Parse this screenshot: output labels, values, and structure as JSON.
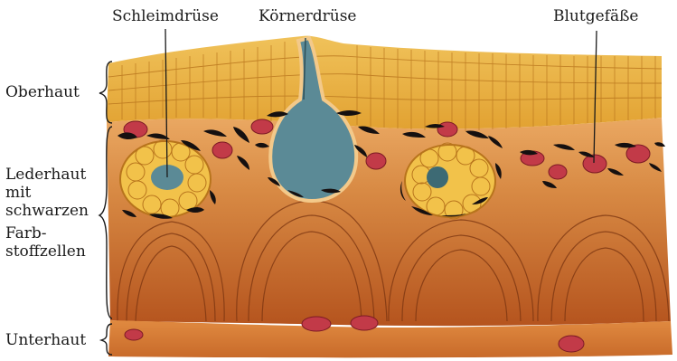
{
  "labels": {
    "schleimdruese": "Schleimdrüse",
    "koernerdruese": "Körnerdrüse",
    "blutgefaesse": "Blutgefäße",
    "oberhaut": "Oberhaut",
    "lederhaut_line1": "Lederhaut",
    "lederhaut_line2": "mit",
    "lederhaut_line3": "schwarzen",
    "lederhaut_line4": "Farb-",
    "lederhaut_line5": "stoffzellen",
    "unterhaut": "Unterhaut"
  },
  "colors": {
    "epidermis": "#e8b43c",
    "epidermis_line": "#b8741c",
    "dermis_light": "#e49a50",
    "dermis_dark": "#b9561c",
    "hypodermis": "#d97a32",
    "gland_fill": "#f2c24a",
    "gland_lumen": "#5b8a96",
    "blood_vessel": "#c23a48",
    "pigment_cell": "#151010"
  }
}
